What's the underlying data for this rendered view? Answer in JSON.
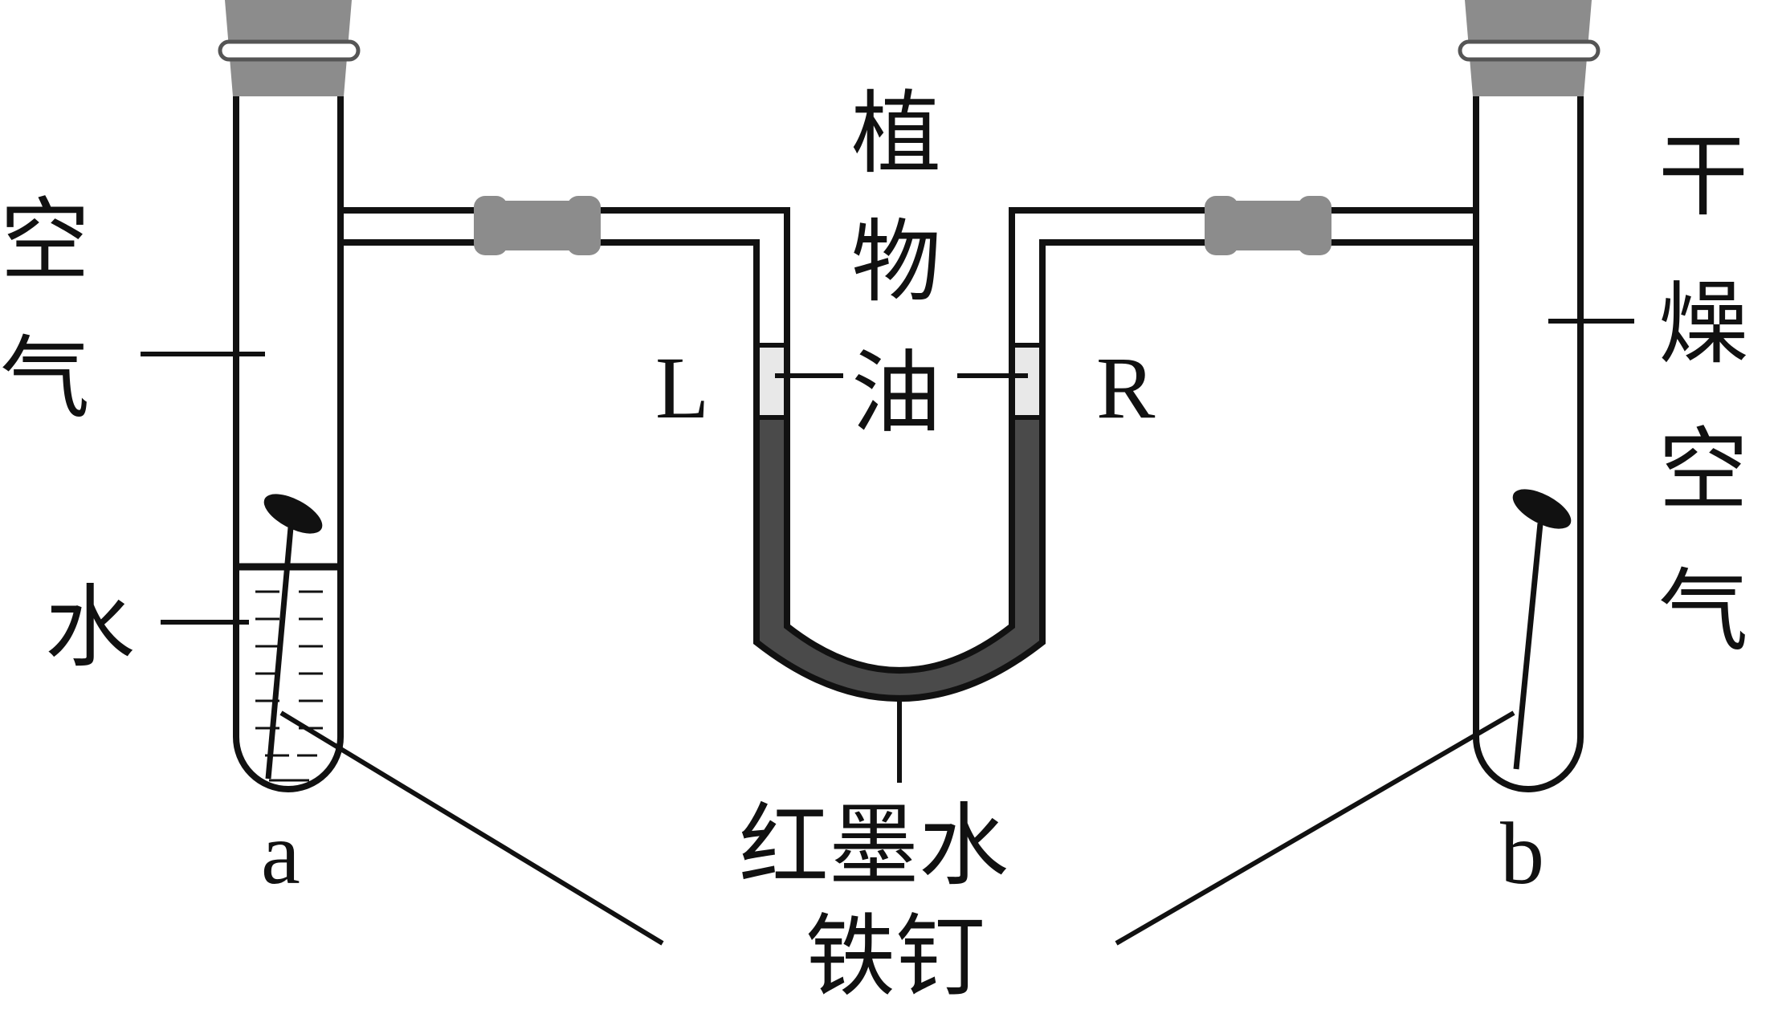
{
  "labels": {
    "air_left": [
      "空",
      "气"
    ],
    "water": "水",
    "vegetable_oil": [
      "植",
      "物",
      "油"
    ],
    "dry_air": [
      "干",
      "燥",
      "空",
      "气"
    ],
    "L": "L",
    "R": "R",
    "red_ink": "红墨水",
    "iron_nail": "铁钉",
    "a": "a",
    "b": "b"
  },
  "colors": {
    "stroke": "#111111",
    "red_ink_fill": "#4a4a4a",
    "oil_fill": "#e8e8e8",
    "stopper": "#8c8c8c",
    "connector": "#8c8c8c",
    "nail": "#111111"
  }
}
